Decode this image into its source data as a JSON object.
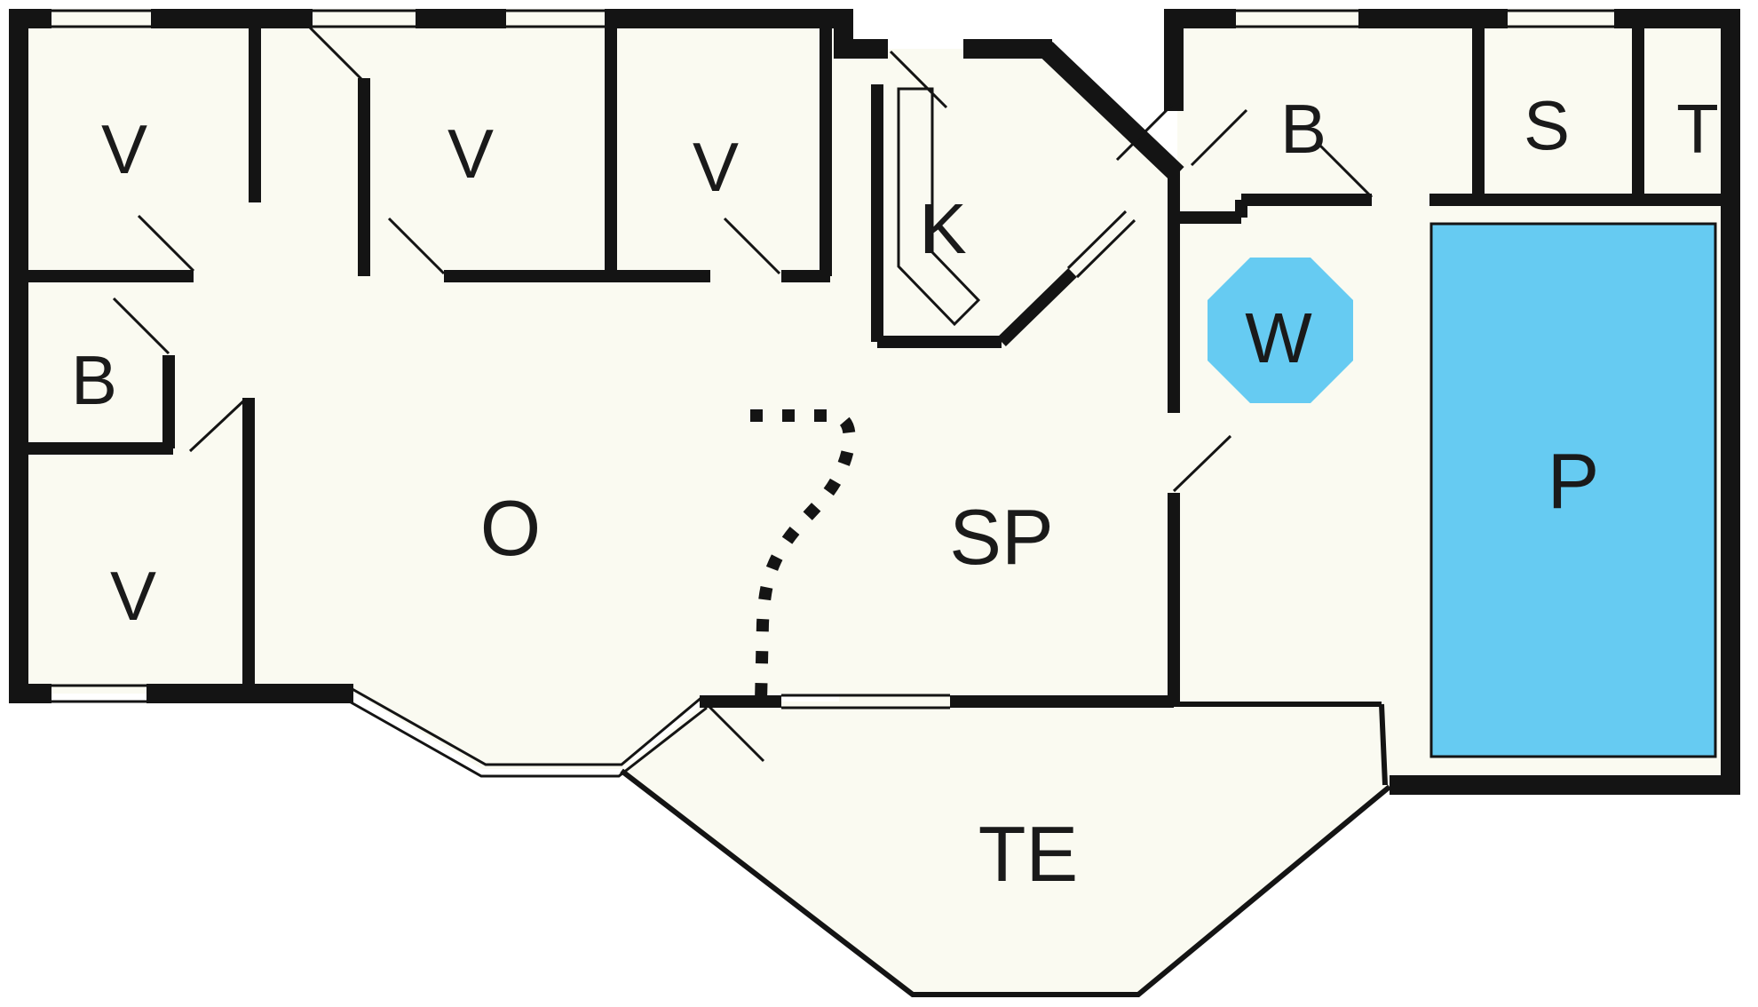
{
  "colors": {
    "wall": "#141414",
    "floor": "#FAFAF1",
    "water": "#66CBF2",
    "label": "#1a1a1a"
  },
  "rooms": [
    {
      "id": "bedroom-top-left",
      "label": "V"
    },
    {
      "id": "bedroom-top-mid",
      "label": "V"
    },
    {
      "id": "bedroom-top-right",
      "label": "V"
    },
    {
      "id": "kitchen",
      "label": "K"
    },
    {
      "id": "bath-right-wing",
      "label": "B"
    },
    {
      "id": "sauna",
      "label": "S"
    },
    {
      "id": "toilet",
      "label": "T"
    },
    {
      "id": "bath-left-wing",
      "label": "B"
    },
    {
      "id": "bedroom-bottom-left",
      "label": "V"
    },
    {
      "id": "living-room",
      "label": "O"
    },
    {
      "id": "dining-area",
      "label": "SP"
    },
    {
      "id": "whirlpool",
      "label": "W"
    },
    {
      "id": "pool",
      "label": "P"
    },
    {
      "id": "terrace",
      "label": "TE"
    }
  ]
}
